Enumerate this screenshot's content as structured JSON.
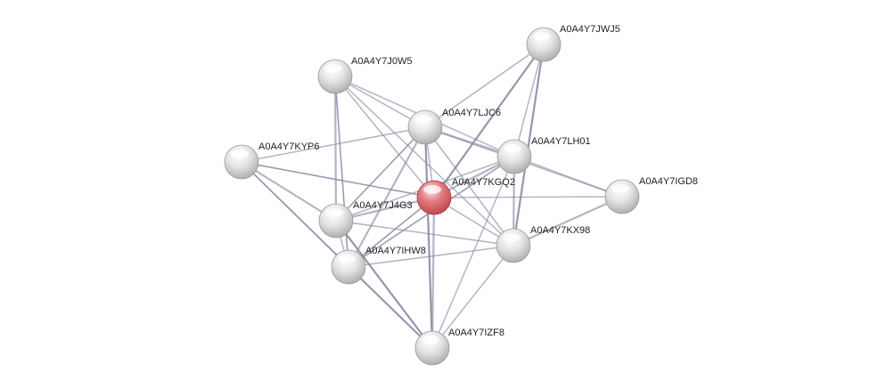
{
  "network": {
    "nodes": [
      {
        "id": "A0A4Y7KGQ2",
        "label": "A0A4Y7KGQ2",
        "query": true
      },
      {
        "id": "A0A4Y7JWJ5",
        "label": "A0A4Y7JWJ5"
      },
      {
        "id": "A0A4Y7J0W5",
        "label": "A0A4Y7J0W5"
      },
      {
        "id": "A0A4Y7LJC6",
        "label": "A0A4Y7LJC6"
      },
      {
        "id": "A0A4Y7LH01",
        "label": "A0A4Y7LH01"
      },
      {
        "id": "A0A4Y7KYP6",
        "label": "A0A4Y7KYP6"
      },
      {
        "id": "A0A4Y7IGD8",
        "label": "A0A4Y7IGD8"
      },
      {
        "id": "A0A4Y7J4G3",
        "label": "A0A4Y7J4G3"
      },
      {
        "id": "A0A4Y7KX98",
        "label": "A0A4Y7KX98"
      },
      {
        "id": "A0A4Y7IHW8",
        "label": "A0A4Y7IHW8"
      },
      {
        "id": "A0A4Y7IZF8",
        "label": "A0A4Y7IZF8"
      }
    ],
    "edges": [
      [
        "A0A4Y7KGQ2",
        "A0A4Y7JWJ5"
      ],
      [
        "A0A4Y7KGQ2",
        "A0A4Y7J0W5"
      ],
      [
        "A0A4Y7KGQ2",
        "A0A4Y7LJC6"
      ],
      [
        "A0A4Y7KGQ2",
        "A0A4Y7LH01"
      ],
      [
        "A0A4Y7KGQ2",
        "A0A4Y7KYP6"
      ],
      [
        "A0A4Y7KGQ2",
        "A0A4Y7IGD8"
      ],
      [
        "A0A4Y7KGQ2",
        "A0A4Y7J4G3"
      ],
      [
        "A0A4Y7KGQ2",
        "A0A4Y7KX98"
      ],
      [
        "A0A4Y7KGQ2",
        "A0A4Y7IHW8"
      ],
      [
        "A0A4Y7KGQ2",
        "A0A4Y7IZF8"
      ],
      [
        "A0A4Y7JWJ5",
        "A0A4Y7LH01"
      ],
      [
        "A0A4Y7JWJ5",
        "A0A4Y7LJC6"
      ],
      [
        "A0A4Y7JWJ5",
        "A0A4Y7KX98"
      ],
      [
        "A0A4Y7J0W5",
        "A0A4Y7LJC6"
      ],
      [
        "A0A4Y7J0W5",
        "A0A4Y7LH01"
      ],
      [
        "A0A4Y7J0W5",
        "A0A4Y7J4G3"
      ],
      [
        "A0A4Y7J0W5",
        "A0A4Y7IHW8"
      ],
      [
        "A0A4Y7J0W5",
        "A0A4Y7KX98"
      ],
      [
        "A0A4Y7LJC6",
        "A0A4Y7LH01"
      ],
      [
        "A0A4Y7LJC6",
        "A0A4Y7KYP6"
      ],
      [
        "A0A4Y7LJC6",
        "A0A4Y7J4G3"
      ],
      [
        "A0A4Y7LJC6",
        "A0A4Y7IHW8"
      ],
      [
        "A0A4Y7LJC6",
        "A0A4Y7KX98"
      ],
      [
        "A0A4Y7LJC6",
        "A0A4Y7IGD8"
      ],
      [
        "A0A4Y7LJC6",
        "A0A4Y7IZF8"
      ],
      [
        "A0A4Y7LH01",
        "A0A4Y7IGD8"
      ],
      [
        "A0A4Y7LH01",
        "A0A4Y7J4G3"
      ],
      [
        "A0A4Y7LH01",
        "A0A4Y7KX98"
      ],
      [
        "A0A4Y7LH01",
        "A0A4Y7IHW8"
      ],
      [
        "A0A4Y7LH01",
        "A0A4Y7IZF8"
      ],
      [
        "A0A4Y7KYP6",
        "A0A4Y7J4G3"
      ],
      [
        "A0A4Y7KYP6",
        "A0A4Y7IHW8"
      ],
      [
        "A0A4Y7KYP6",
        "A0A4Y7IZF8"
      ],
      [
        "A0A4Y7IGD8",
        "A0A4Y7KX98"
      ],
      [
        "A0A4Y7J4G3",
        "A0A4Y7KX98"
      ],
      [
        "A0A4Y7J4G3",
        "A0A4Y7IHW8"
      ],
      [
        "A0A4Y7J4G3",
        "A0A4Y7IZF8"
      ],
      [
        "A0A4Y7KX98",
        "A0A4Y7IHW8"
      ],
      [
        "A0A4Y7KX98",
        "A0A4Y7IZF8"
      ],
      [
        "A0A4Y7IHW8",
        "A0A4Y7IZF8"
      ]
    ]
  },
  "colors": {
    "edge": "#8a8da4",
    "node_light": "#ffffff",
    "node_mid": "#e6e6e6",
    "node_dark": "#a8a8a8",
    "query_light": "#fbe0e0",
    "query_mid": "#e17a7e",
    "query_dark": "#b8444b"
  }
}
